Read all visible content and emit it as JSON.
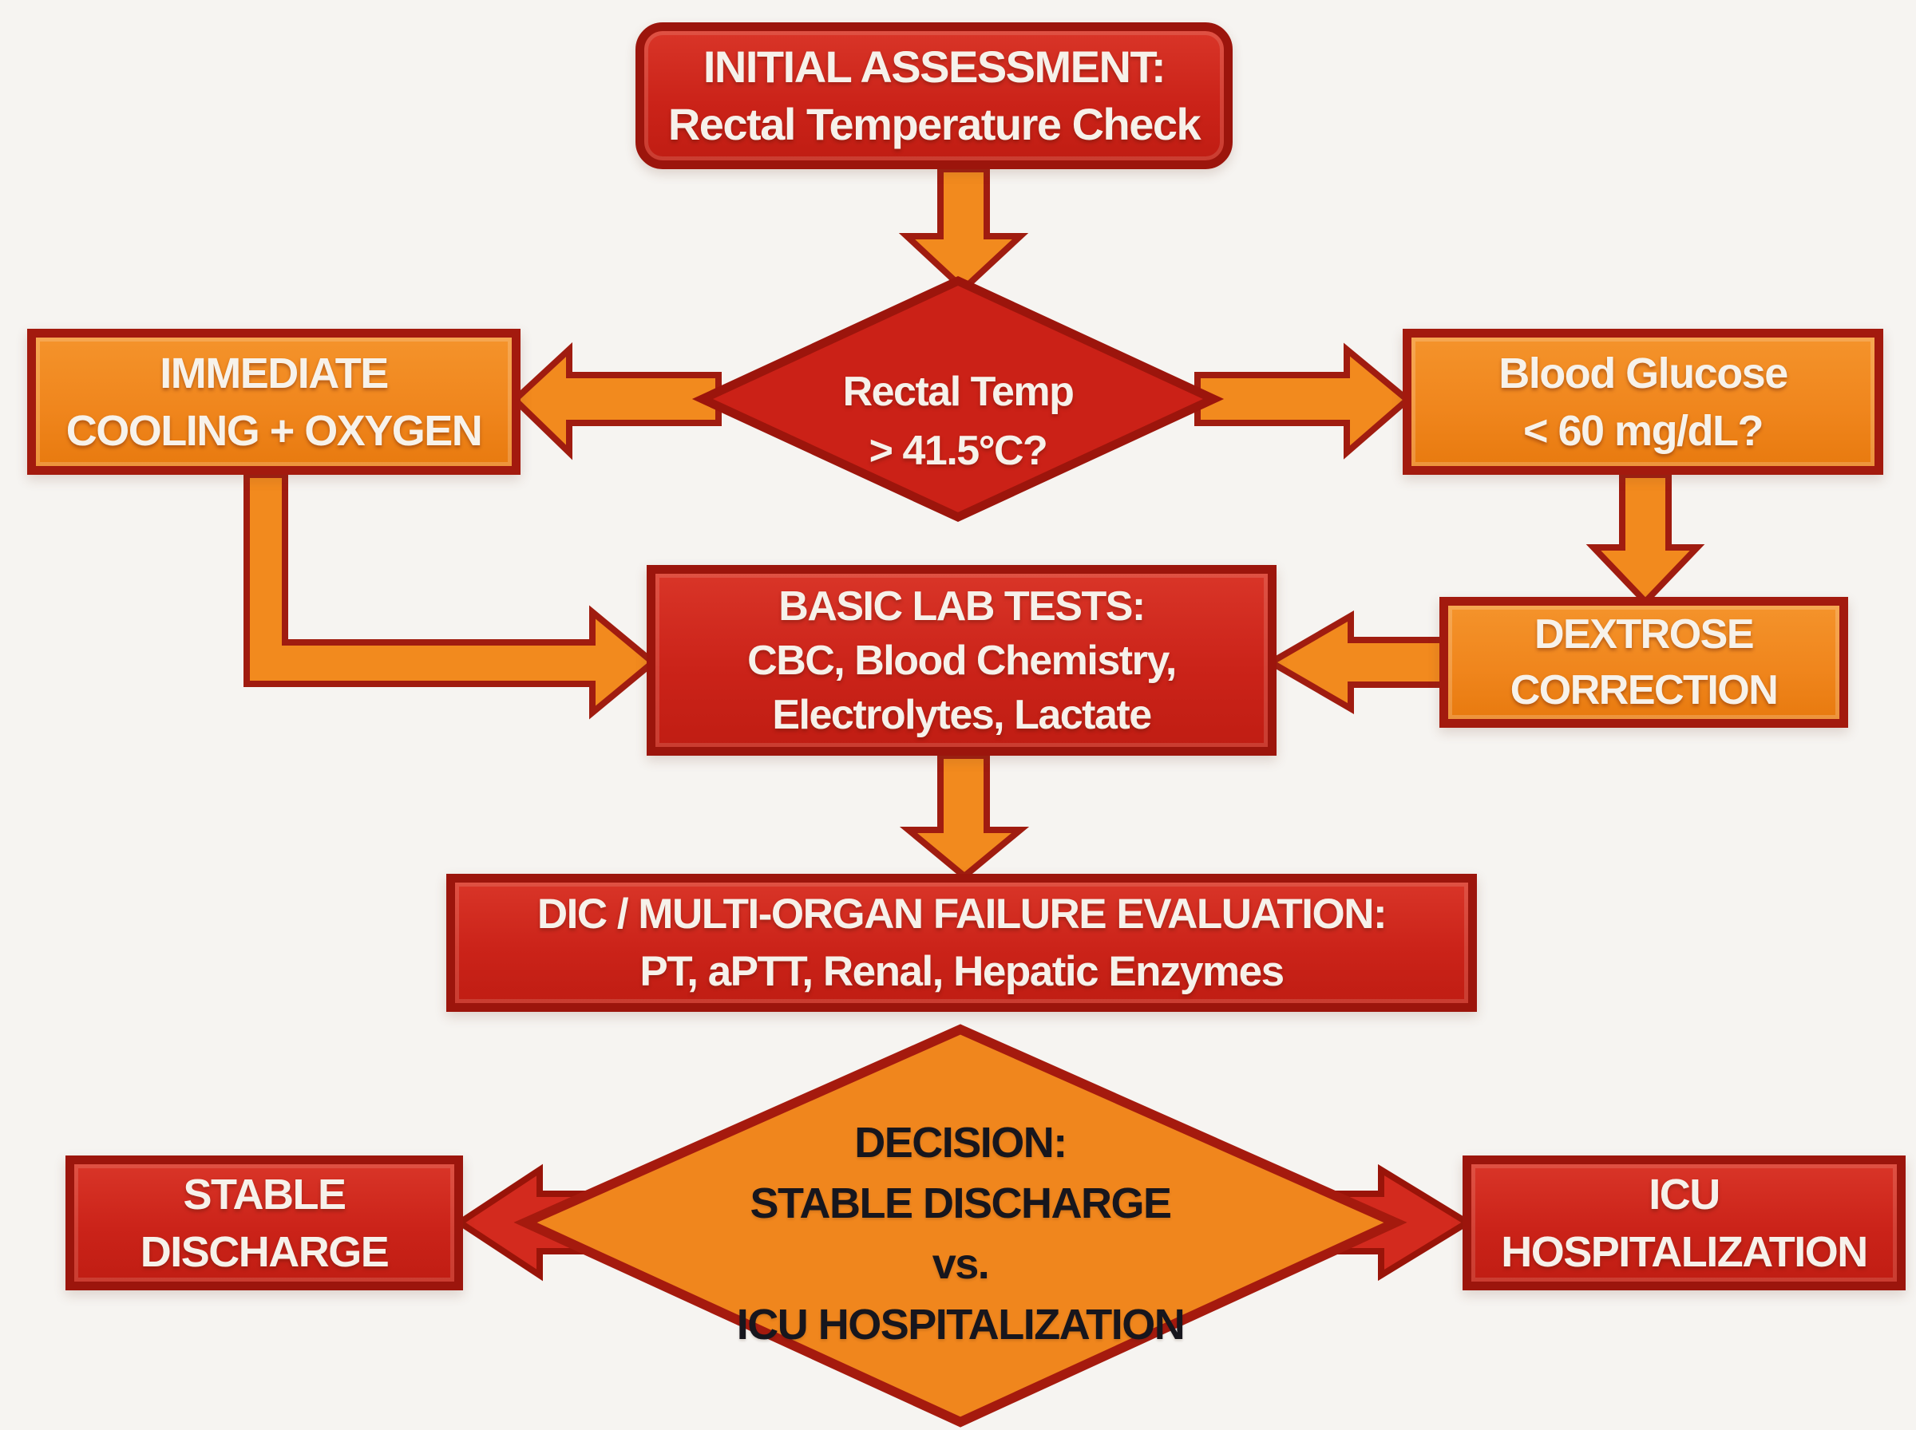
{
  "colors": {
    "background": "#f6f4f1",
    "red_box_fill": "#cb2319",
    "orange_box_fill": "#f0861d",
    "dark_red_border": "#9c150c",
    "arrow_orange": "#f28a1e",
    "arrow_red": "#d32a1e",
    "text_light": "#f6f1ea",
    "text_dark": "#17161d"
  },
  "nodes": {
    "initial_assessment": {
      "line1": "INITIAL ASSESSMENT:",
      "line2": "Rectal Temperature Check"
    },
    "rectal_temp_decision": {
      "line1": "Rectal Temp",
      "line2": "> 41.5°C?"
    },
    "immediate_cooling": {
      "line1": "IMMEDIATE",
      "line2": "COOLING + OXYGEN"
    },
    "blood_glucose_decision": {
      "line1": "Blood Glucose",
      "line2": "< 60 mg/dL?"
    },
    "dextrose_correction": {
      "line1": "DEXTROSE",
      "line2": "CORRECTION"
    },
    "basic_lab_tests": {
      "line1": "BASIC LAB TESTS:",
      "line2": "CBC, Blood Chemistry,",
      "line3": "Electrolytes, Lactate"
    },
    "dic_evaluation": {
      "line1": "DIC / MULTI-ORGAN FAILURE EVALUATION:",
      "line2": "PT, aPTT, Renal, Hepatic Enzymes"
    },
    "decision": {
      "line1": "DECISION:",
      "line2": "STABLE DISCHARGE",
      "line3": "vs.",
      "line4": "ICU HOSPITALIZATION"
    },
    "stable_discharge": {
      "line1": "STABLE",
      "line2": "DISCHARGE"
    },
    "icu_hospitalization": {
      "line1": "ICU",
      "line2": "HOSPITALIZATION"
    }
  },
  "edges": [
    {
      "from": "initial-assessment",
      "to": "rectal-temp-decision"
    },
    {
      "from": "rectal-temp-decision",
      "to": "immediate-cooling"
    },
    {
      "from": "rectal-temp-decision",
      "to": "blood-glucose-decision"
    },
    {
      "from": "blood-glucose-decision",
      "to": "dextrose-correction"
    },
    {
      "from": "immediate-cooling",
      "to": "basic-lab-tests"
    },
    {
      "from": "dextrose-correction",
      "to": "basic-lab-tests"
    },
    {
      "from": "basic-lab-tests",
      "to": "dic-evaluation"
    },
    {
      "from": "dic-evaluation",
      "to": "decision"
    },
    {
      "from": "decision",
      "to": "stable-discharge"
    },
    {
      "from": "decision",
      "to": "icu-hospitalization"
    }
  ]
}
